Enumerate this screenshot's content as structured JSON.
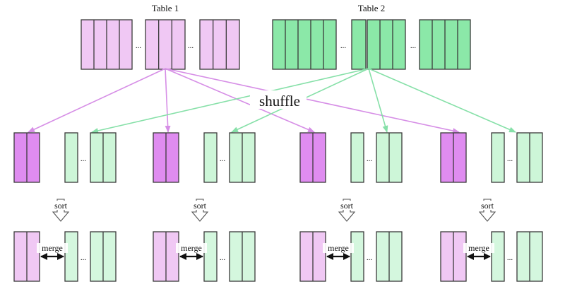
{
  "labels": {
    "table1": "Table 1",
    "table2": "Table 2",
    "shuffle": "shuffle",
    "sort": "sort",
    "merge": "merge",
    "ellipsis": "..."
  },
  "colors": {
    "table1_fill": "#f0c8f4",
    "table2_fill": "#8be8a8",
    "partition_table1_fill": "#df8cf0",
    "partition_table2_fill": "#cdf6d8",
    "merged_table1_fill": "#f0c8f4",
    "merged_table2_fill": "#d4f7de",
    "stroke": "#3a3a3a",
    "arrow_table1": "#d68ee6",
    "arrow_table2": "#86e0a8"
  },
  "stages": [
    "source tables",
    "shuffle",
    "sort",
    "merge"
  ],
  "partition_count": 4
}
